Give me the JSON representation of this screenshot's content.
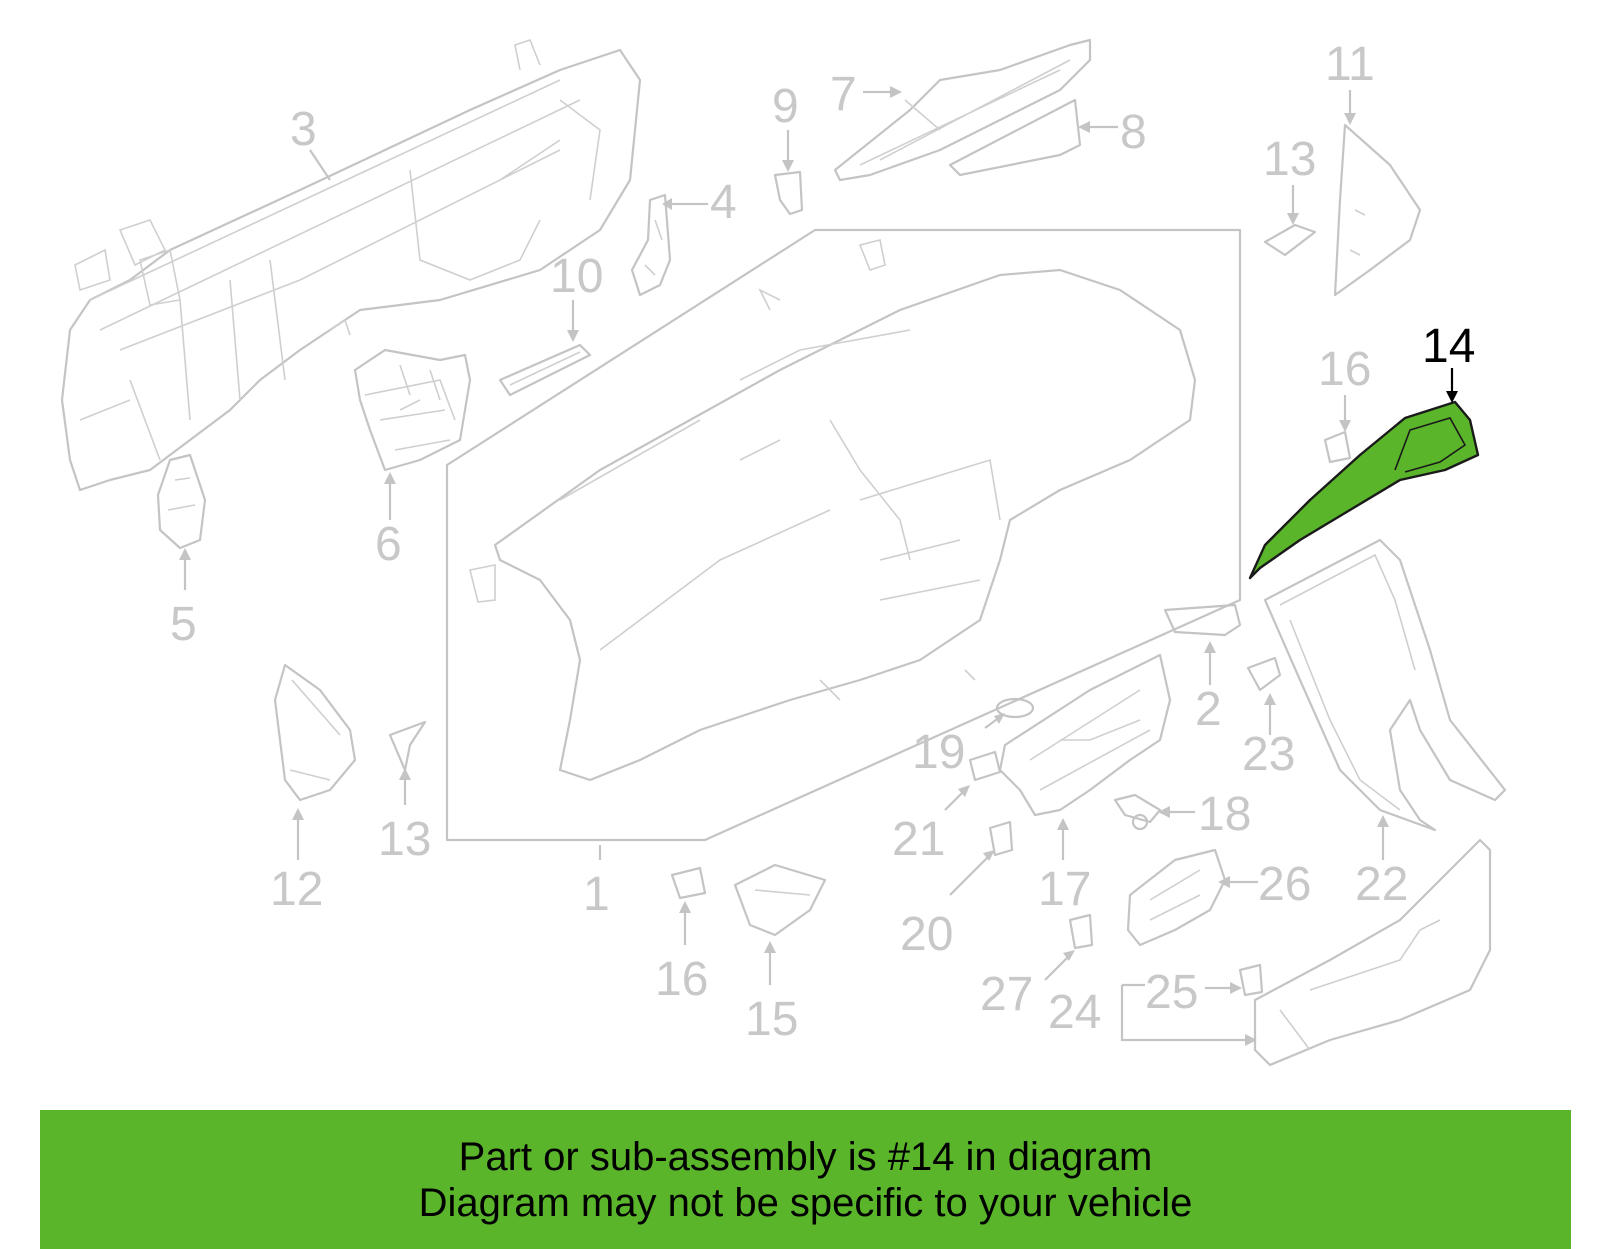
{
  "diagram": {
    "highlighted_part": "14",
    "highlight_color": "#5ab52a",
    "line_color": "#c4c4c4",
    "callouts": {
      "c1": "1",
      "c2": "2",
      "c3": "3",
      "c4": "4",
      "c5": "5",
      "c6": "6",
      "c7": "7",
      "c8": "8",
      "c9": "9",
      "c10": "10",
      "c11": "11",
      "c12": "12",
      "c13a": "13",
      "c13b": "13",
      "c14": "14",
      "c15": "15",
      "c16a": "16",
      "c16b": "16",
      "c17": "17",
      "c18": "18",
      "c19": "19",
      "c20": "20",
      "c21": "21",
      "c22": "22",
      "c23": "23",
      "c24": "24",
      "c25": "25",
      "c26": "26",
      "c27": "27"
    }
  },
  "banner": {
    "line1": "Part or sub-assembly is #14 in diagram",
    "line2": "Diagram may not be specific to your vehicle",
    "background": "#5ab52a"
  }
}
